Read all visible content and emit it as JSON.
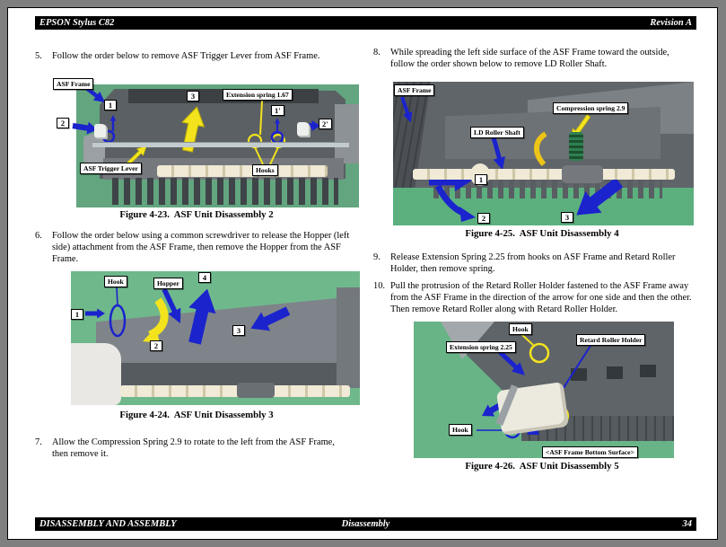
{
  "header": {
    "product": "EPSON Stylus C82",
    "revision": "Revision A"
  },
  "footer": {
    "section": "DISASSEMBLY AND ASSEMBLY",
    "subsection": "Disassembly",
    "page_number": "34"
  },
  "steps": [
    {
      "num": "5.",
      "text": "Follow the order below to remove ASF Trigger Lever from ASF Frame."
    },
    {
      "num": "6.",
      "text": "Follow the order below using a common screwdriver to release the Hopper (left side) attachment from the ASF Frame, then remove the Hopper from the ASF Frame."
    },
    {
      "num": "7.",
      "text": "Allow the Compression Spring 2.9 to rotate to the left from the ASF Frame, then remove it."
    },
    {
      "num": "8.",
      "text": "While spreading the left side surface of the ASF Frame toward the outside, follow the order shown below to remove LD Roller Shaft."
    },
    {
      "num": "9.",
      "text": "Release Extension Spring 2.25 from hooks on ASF Frame and Retard Roller Holder, then remove spring."
    },
    {
      "num": "10.",
      "text": "Pull the protrusion of the Retard Roller Holder fastened to the ASF Frame away from the ASF Frame in the direction of the arrow for one side and then the other. Then remove Retard Roller along with Retard Roller Holder."
    }
  ],
  "figures": {
    "fig23": {
      "caption": "Figure 4-23.  ASF Unit Disassembly 2",
      "labels": {
        "asf_frame": "ASF Frame",
        "extension_spring": "Extension spring 1.67",
        "asf_trigger_lever": "ASF Trigger Lever",
        "hooks": "Hooks"
      },
      "numbers": {
        "n1": "1",
        "n1p": "1'",
        "n2": "2",
        "n2p": "2'",
        "n3": "3"
      }
    },
    "fig24": {
      "caption": "Figure 4-24.  ASF Unit Disassembly 3",
      "labels": {
        "hook": "Hook",
        "hopper": "Hopper"
      },
      "numbers": {
        "n1": "1",
        "n2": "2",
        "n3": "3",
        "n4": "4"
      }
    },
    "fig25": {
      "caption": "Figure 4-25.  ASF Unit Disassembly 4",
      "labels": {
        "asf_frame": "ASF Frame",
        "compression_spring": "Compression spring 2.9",
        "ld_roller_shaft": "LD Roller Shaft"
      },
      "numbers": {
        "n1": "1",
        "n2": "2",
        "n3": "3"
      }
    },
    "fig26": {
      "caption": "Figure 4-26.  ASF Unit Disassembly 5",
      "labels": {
        "hook_top": "Hook",
        "extension_spring": "Extension spring 2.25",
        "retard_roller_holder": "Retard Roller Holder",
        "hook_bottom": "Hook",
        "asf_frame_bottom_surface": "<ASF Frame Bottom Surface>"
      }
    }
  },
  "colors": {
    "arrow_blue": "#1b23cd",
    "arrow_yellow": "#f2e31d",
    "photo_green": "#63b083",
    "bar_background": "#000000",
    "bar_text": "#ffffff",
    "page_background": "#ffffff",
    "desktop_background": "#7f7f7f"
  }
}
